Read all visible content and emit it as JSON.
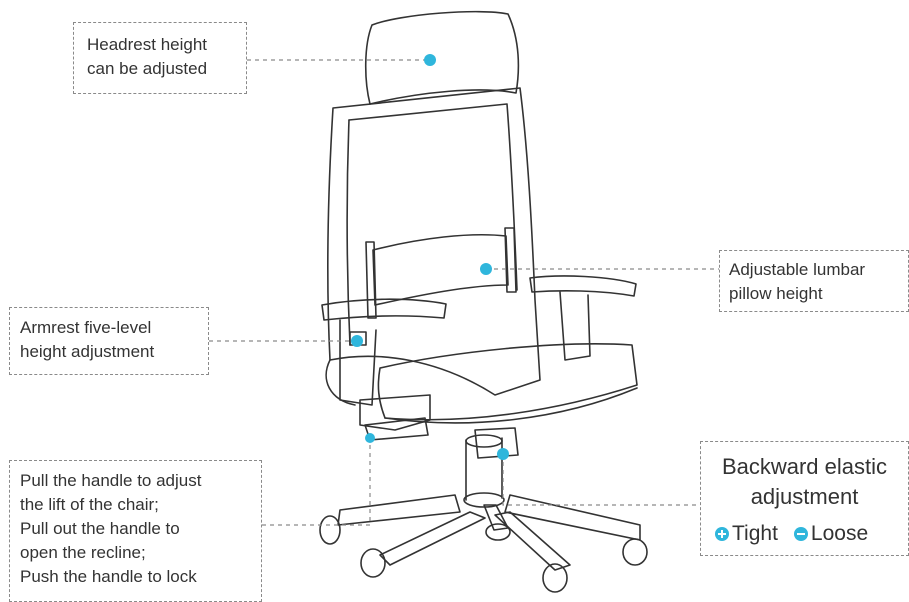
{
  "labels": {
    "headrest": [
      "Headrest height",
      "can be adjusted"
    ],
    "lumbar": [
      "Adjustable lumbar",
      "pillow height"
    ],
    "armrest": [
      "Armrest five-level",
      "height adjustment"
    ],
    "handle": [
      "Pull the handle to adjust",
      "the lift of the chair;",
      "Pull out the handle to",
      "open the recline;",
      "Push the handle to lock"
    ],
    "backward": [
      "Backward elastic",
      "adjustment"
    ]
  },
  "legend": {
    "tight": "Tight",
    "loose": "Loose"
  },
  "colors": {
    "accent": "#2fb6dc",
    "line": "#333333",
    "dash": "#8a8a8a"
  },
  "icons": {
    "tight": "plus-circle-icon",
    "loose": "minus-circle-icon"
  }
}
